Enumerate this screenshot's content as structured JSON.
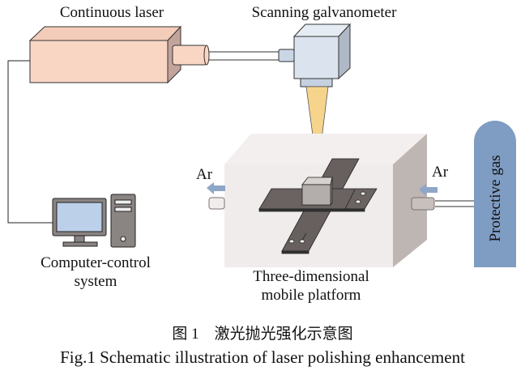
{
  "labels": {
    "laser": "Continuous laser",
    "galvo": "Scanning galvanometer",
    "computer_line1": "Computer-control",
    "computer_line2": "system",
    "platform_line1": "Three-dimensional",
    "platform_line2": "mobile platform",
    "ar_left": "Ar",
    "ar_right": "Ar",
    "gas": "Protective gas"
  },
  "caption": {
    "cn": "图 1　激光抛光强化示意图",
    "en": "Fig.1 Schematic illustration of laser polishing enhancement"
  },
  "colors": {
    "laser": "#f9d6c4",
    "galvo": "#dbe3ee",
    "beam": "#f7d48c",
    "chamber": "#f1ecec",
    "gas": "#7f9cc2",
    "platform": "#67605f"
  }
}
